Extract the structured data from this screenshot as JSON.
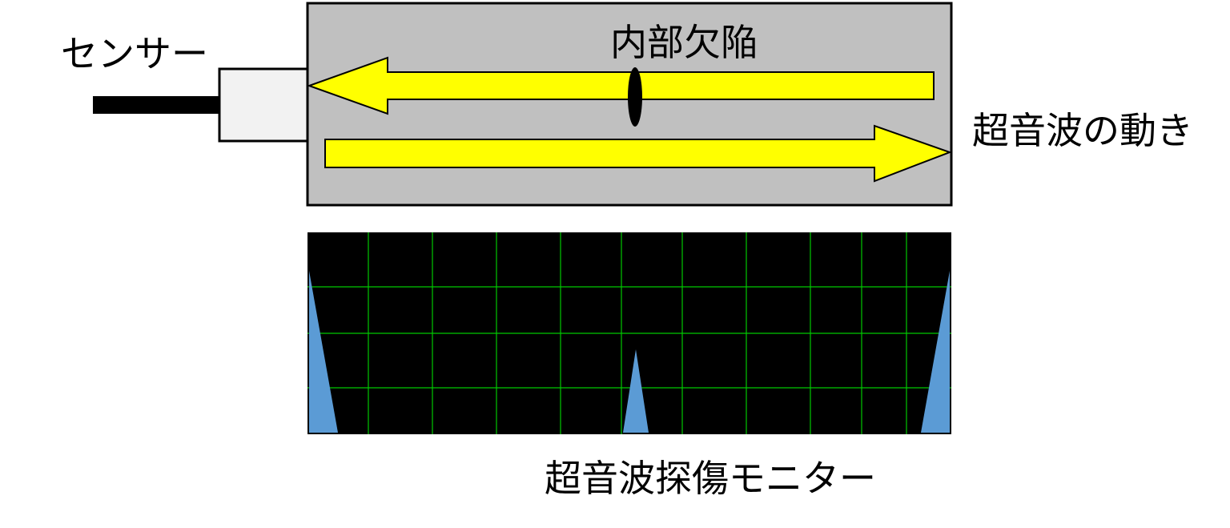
{
  "labels": {
    "sensor": "センサー",
    "defect": "内部欠陥",
    "wave_motion": "超音波の動き",
    "monitor": "超音波探傷モニター"
  },
  "colors": {
    "specimen_fill": "#c0c0c0",
    "arrow_fill": "#ffff00",
    "probe_fill": "#f2f2f2",
    "cable": "#000000",
    "defect": "#000000",
    "monitor_bg": "#000000",
    "grid": "#00c800",
    "echo": "#5b9bd5"
  },
  "icons": {
    "sensor": "ultrasonic-probe-icon",
    "defect": "internal-defect-icon"
  }
}
